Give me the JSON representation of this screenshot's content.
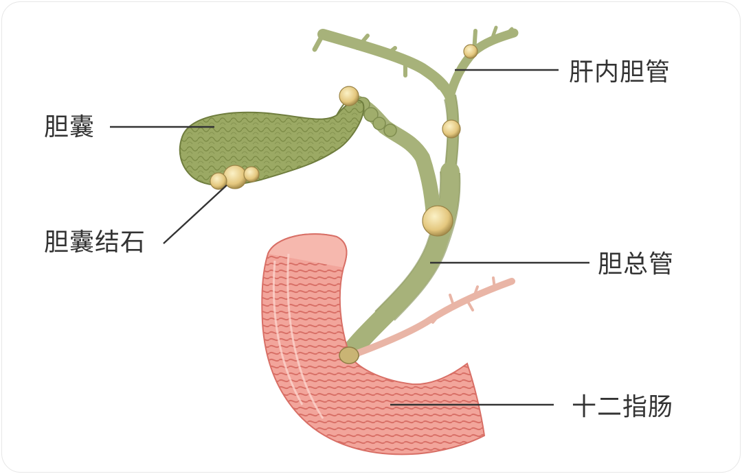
{
  "labels": {
    "gallbladder": "胆囊",
    "gallstones": "胆囊结石",
    "intrahepatic_duct": "肝内胆管",
    "common_bile_duct": "胆总管",
    "duodenum": "十二指肠"
  },
  "colors": {
    "background": "#ffffff",
    "frame_border": "#e6e6e6",
    "label_text": "#333333",
    "leader_line": "#333333",
    "gallbladder_green": "#9aa866",
    "duct_green": "#a7b27a",
    "stone_yellow": "#e8d08a",
    "duodenum_pink": "#ec8f86"
  }
}
